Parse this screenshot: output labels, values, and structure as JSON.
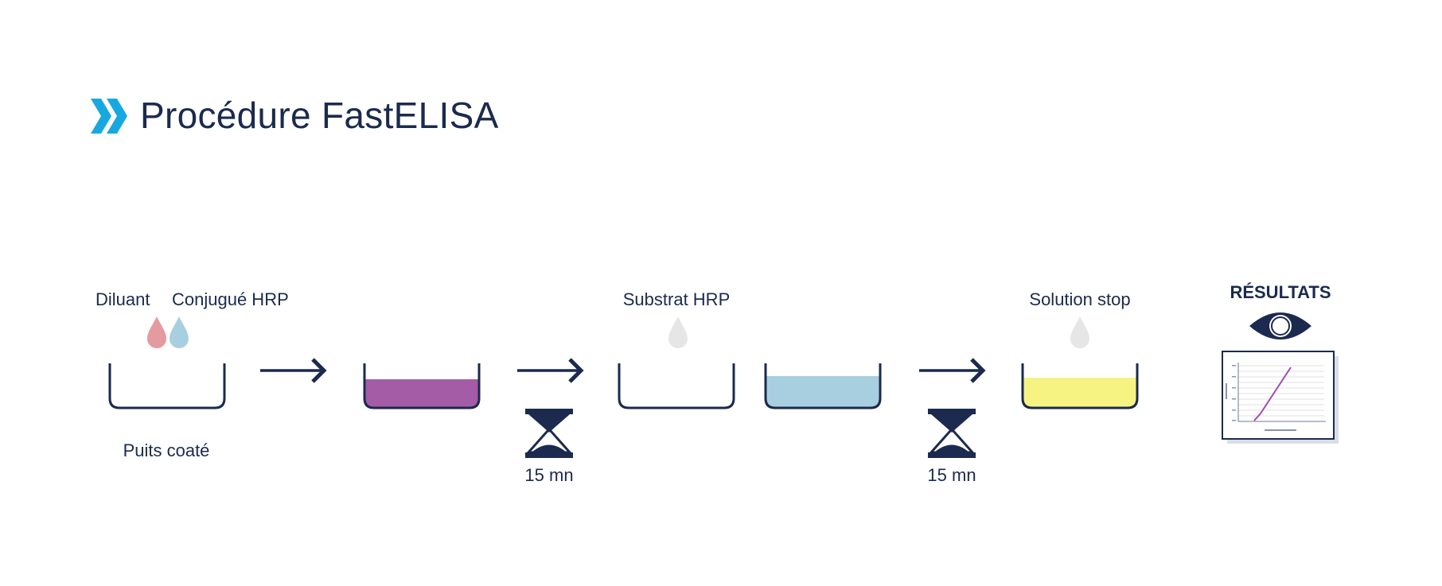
{
  "title": "Procédure FastELISA",
  "colors": {
    "navy": "#1b2a4e",
    "accent_cyan": "#18a8e0",
    "drop_pink": "#e59aa0",
    "drop_blue": "#a8cfe0",
    "drop_grey": "#e6e6e6",
    "fill_purple": "#a45ca6",
    "fill_lightblue": "#a8cfe0",
    "fill_yellow": "#f7f383",
    "curve_purple": "#a14bb0"
  },
  "steps": {
    "reagent_diluant": "Diluant",
    "reagent_conjugue": "Conjugué HRP",
    "well_label": "Puits coaté",
    "reagent_substrat": "Substrat HRP",
    "reagent_stop": "Solution stop",
    "results": "RÉSULTATS"
  },
  "timers": [
    {
      "label": "15 mn",
      "icon": "hourglass-icon"
    },
    {
      "label": "15 mn",
      "icon": "hourglass-icon"
    }
  ],
  "icons": {
    "header": "double-chevron-right-icon",
    "drop": "droplet-icon",
    "arrow": "arrow-right-icon",
    "eye": "eye-icon",
    "graph": "calibration-graph-icon"
  }
}
